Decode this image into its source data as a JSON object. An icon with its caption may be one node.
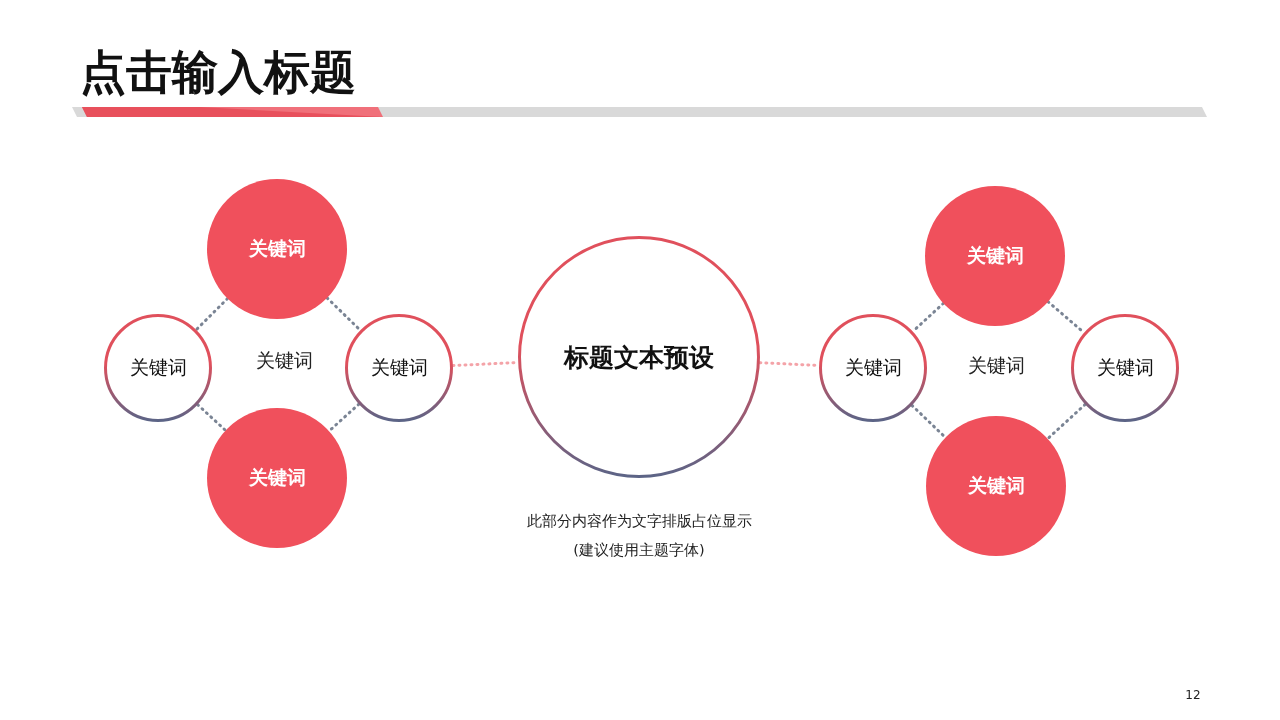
{
  "diagram": {
    "title": "点击输入标题",
    "nodes": [
      {
        "text": [
          "标题文本预设"
        ],
        "beside": [
          "此部分内容作为文字排版占位显示",
          "(建议使用主题字体)"
        ]
      },
      {
        "text": [
          "关键词"
        ]
      },
      {
        "text": [
          "关键词"
        ]
      },
      {
        "text": [
          "关键词"
        ]
      },
      {
        "text": [
          "关键词"
        ]
      },
      {
        "text": [
          "关键词"
        ]
      },
      {
        "text": [
          "关键词"
        ]
      },
      {
        "text": [
          "关键词"
        ]
      },
      {
        "text": [
          "关键词"
        ]
      }
    ],
    "edges": [
      {
        "from": 1,
        "to": 2,
        "arrow": "none",
        "style": "dashed"
      },
      {
        "from": 1,
        "to": 3,
        "arrow": "none",
        "style": "dashed"
      },
      {
        "from": 2,
        "to": 4,
        "arrow": "none",
        "style": "dashed"
      },
      {
        "from": 3,
        "to": 4,
        "arrow": "none",
        "style": "dashed"
      },
      {
        "from": 3,
        "to": 0,
        "arrow": "none",
        "style": "dashed",
        "color": "#f4a3a8"
      },
      {
        "from": 0,
        "to": 6,
        "arrow": "none",
        "style": "dashed",
        "color": "#f4a3a8"
      },
      {
        "from": 5,
        "to": 6,
        "arrow": "none",
        "style": "dashed"
      },
      {
        "from": 5,
        "to": 7,
        "arrow": "none",
        "style": "dashed"
      },
      {
        "from": 6,
        "to": 8,
        "arrow": "none",
        "style": "dashed"
      },
      {
        "from": 7,
        "to": 8,
        "arrow": "none",
        "style": "dashed"
      }
    ],
    "labels": [
      "关键词",
      "关键词",
      "12"
    ]
  }
}
